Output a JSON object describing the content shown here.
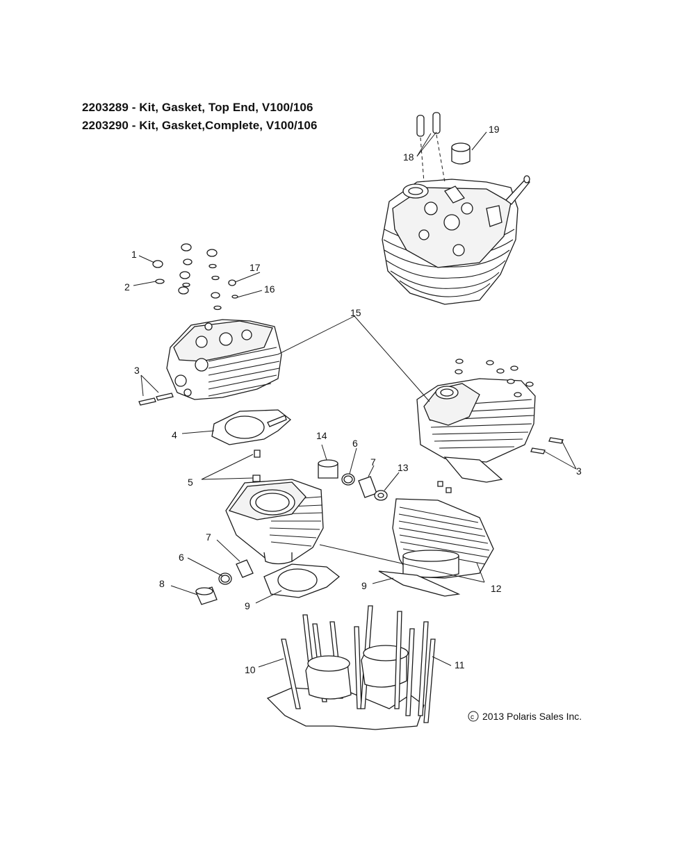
{
  "kit_labels": [
    "2203289 - Kit, Gasket, Top End, V100/106",
    "2203290 - Kit, Gasket,Complete, V100/106"
  ],
  "copyright": "2013 Polaris Sales Inc.",
  "copyright_symbol": "c",
  "callouts": {
    "c1": "1",
    "c2": "2",
    "c3a": "3",
    "c3b": "3",
    "c4": "4",
    "c5": "5",
    "c6a": "6",
    "c6b": "6",
    "c7a": "7",
    "c7b": "7",
    "c8": "8",
    "c9a": "9",
    "c9b": "9",
    "c10": "10",
    "c11": "11",
    "c12": "12",
    "c13": "13",
    "c14": "14",
    "c15": "15",
    "c16": "16",
    "c17": "17",
    "c18": "18",
    "c19": "19"
  }
}
